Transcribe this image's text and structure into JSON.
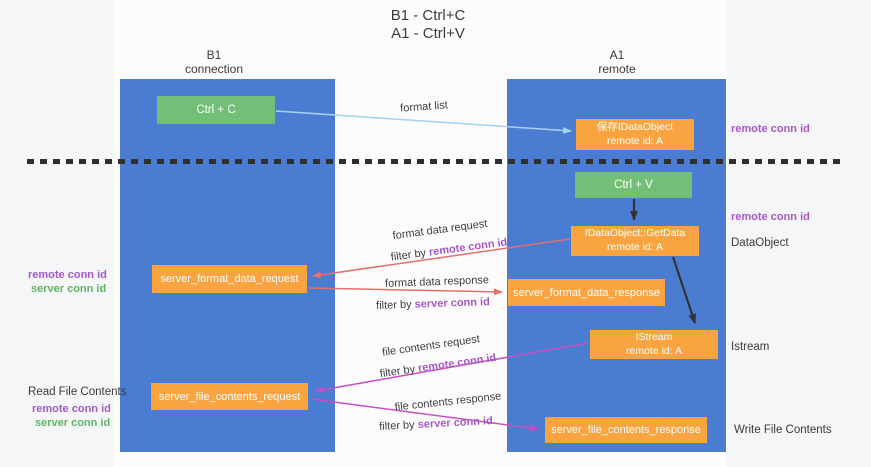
{
  "title": {
    "line1": "B1 - Ctrl+C",
    "line2": "A1 - Ctrl+V"
  },
  "lifelines": {
    "left": {
      "name": "B1",
      "role": "connection"
    },
    "right": {
      "name": "A1",
      "role": "remote"
    }
  },
  "boxes": {
    "ctrl_c": "Ctrl + C",
    "ctrl_v": "Ctrl + V",
    "save_dataobject_line1": "保存IDataObject",
    "save_dataobject_line2": "remote id: A",
    "getdata_line1": "IDataObject::GetData",
    "getdata_line2": "remote id: A",
    "istream_line1": "IStream",
    "istream_line2": "remote id: A",
    "format_request": "server_format_data_request",
    "format_response": "server_format_data_response",
    "file_request": "server_file_contents_request",
    "file_response": "server_file_contents_response"
  },
  "arrows": {
    "format_list": "format list",
    "format_data_request": "format data request",
    "format_data_response": "format data response",
    "file_contents_request": "file contents request",
    "file_contents_response": "file contents response",
    "filter_by": "filter by",
    "remote_conn_id": "remote conn id",
    "server_conn_id": "server conn id"
  },
  "side_labels": {
    "remote_conn_id": "remote conn id",
    "server_conn_id": "server conn id",
    "dataobject": "DataObject",
    "istream": "Istream",
    "read_file_contents": "Read File Contents",
    "write_file_contents": "Write File Contents"
  },
  "colors": {
    "lifeline_blue": "#4a7cd2",
    "box_green": "#72c077",
    "box_orange": "#f9a441",
    "arrow_blue": "#a5d2f0",
    "arrow_salmon": "#e86e6e",
    "arrow_magenta": "#c84fc0",
    "arrow_black": "#333333",
    "text_purple": "#a658ca",
    "text_green": "#5eb463"
  }
}
